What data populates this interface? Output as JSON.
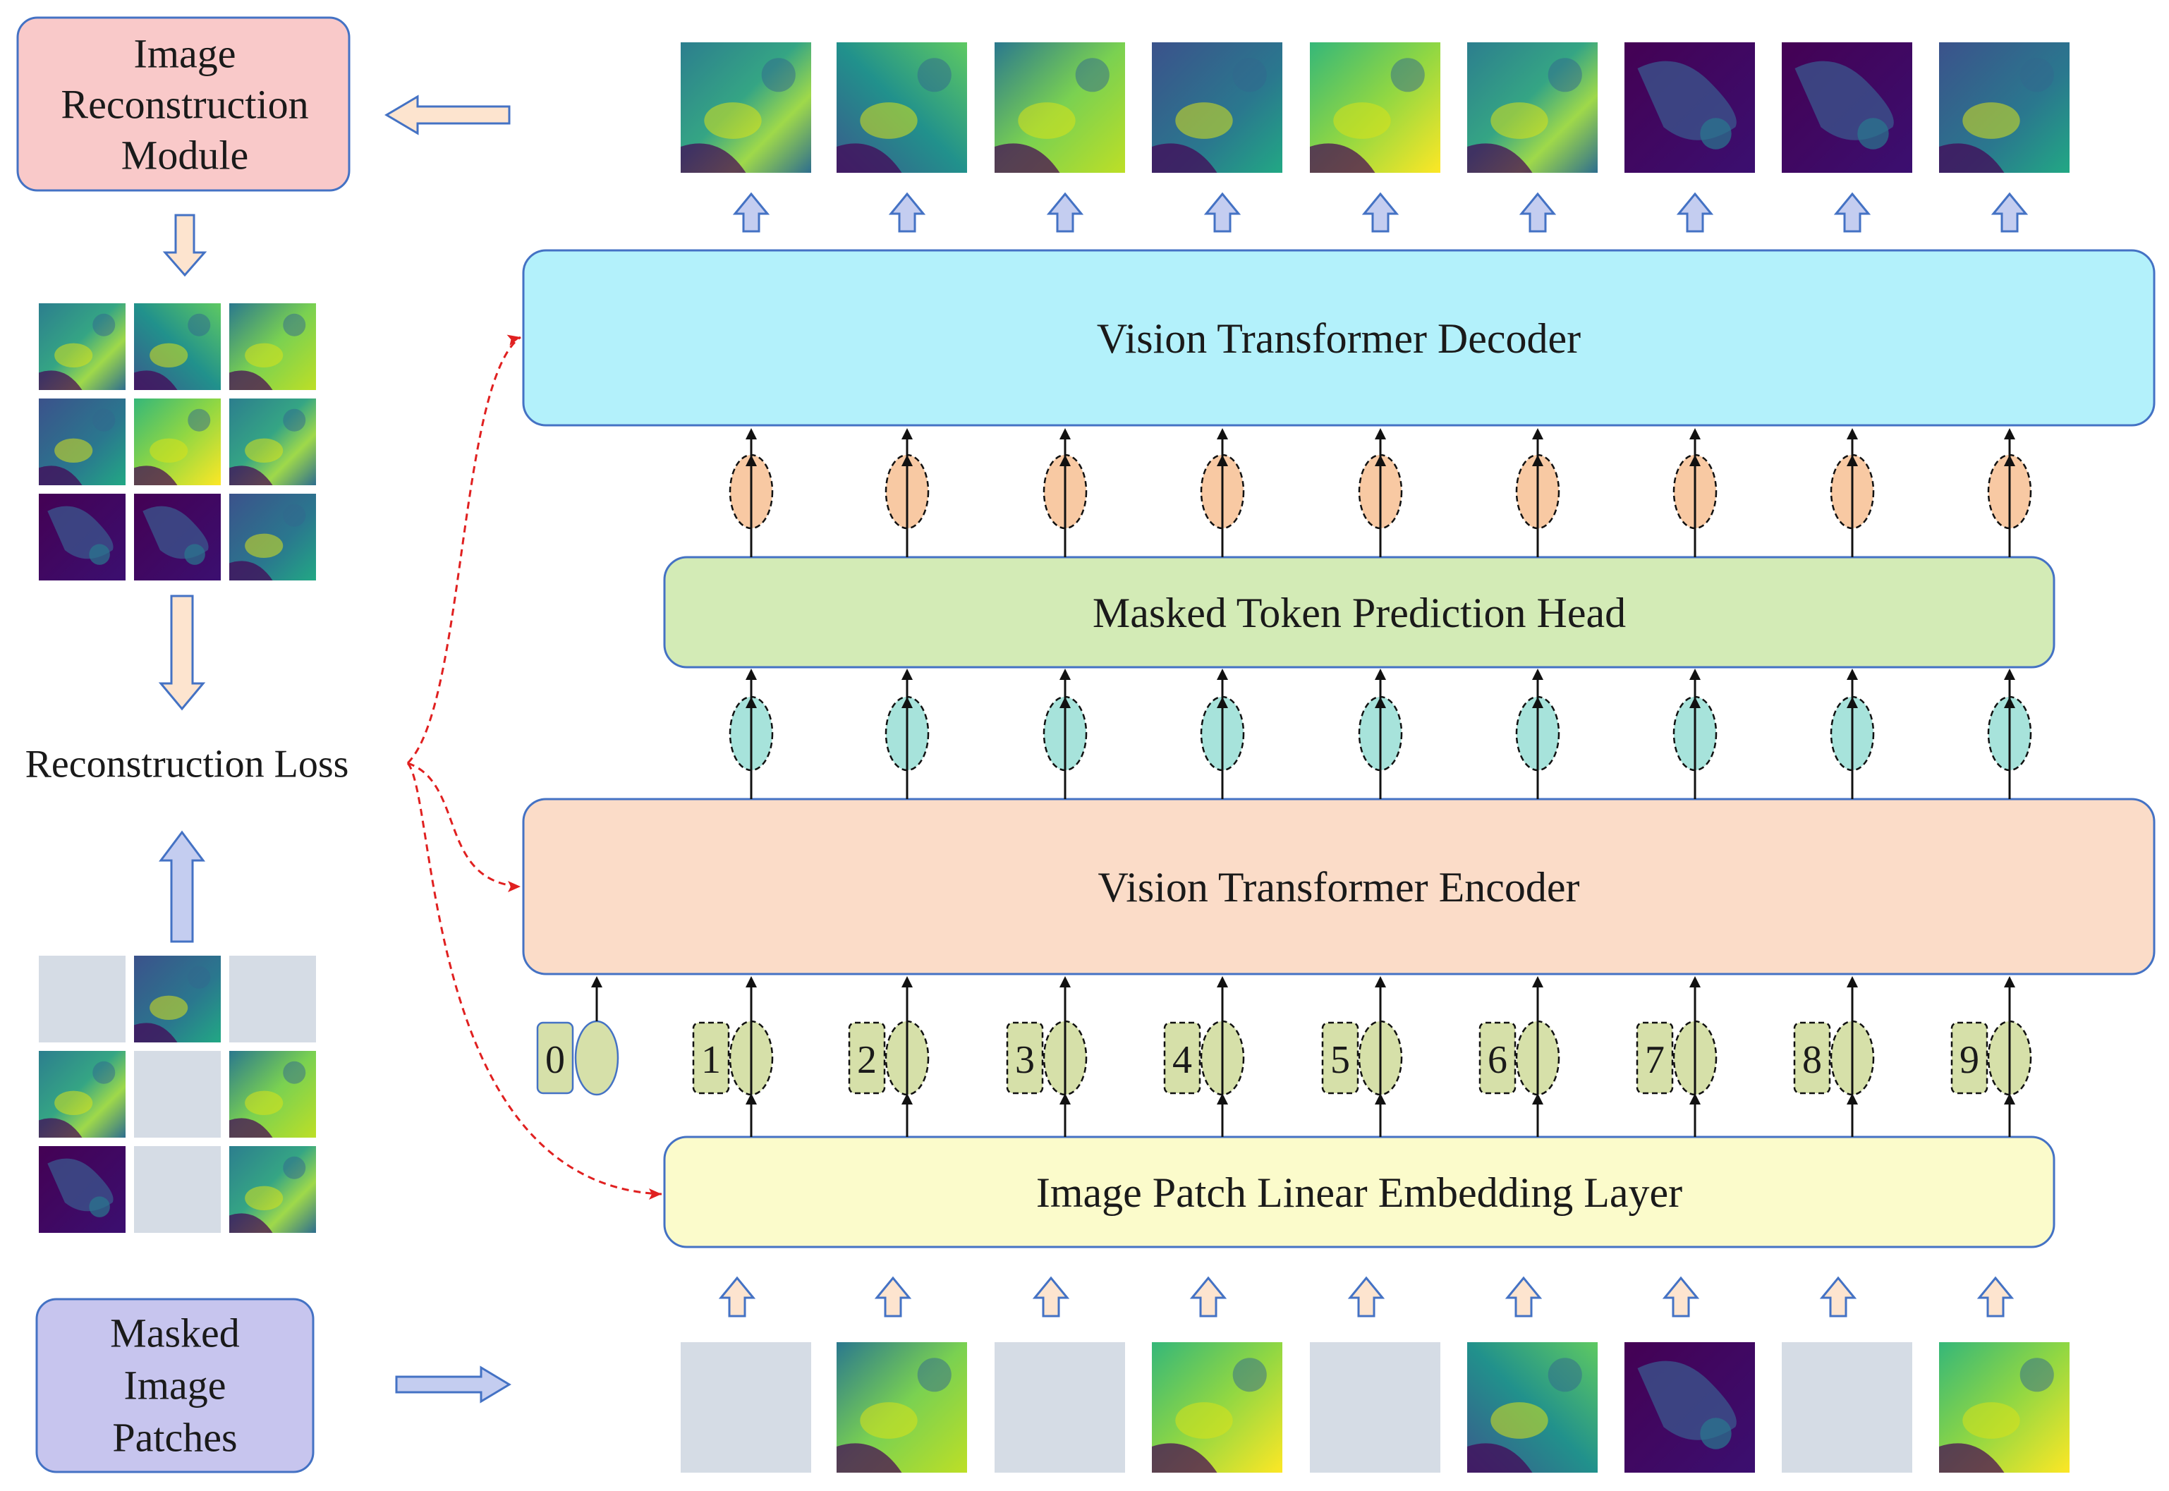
{
  "modules": {
    "reconstruction_module": "Image\nReconstruction\nModule",
    "masked_patches": "Masked\nImage\nPatches",
    "reconstruction_loss": "Reconstruction Loss"
  },
  "layers": {
    "decoder": "Vision Transformer Decoder",
    "prediction_head": "Masked Token Prediction Head",
    "encoder": "Vision Transformer Encoder",
    "embedding": "Image Patch Linear Embedding Layer"
  },
  "position_indices": [
    "0",
    "1",
    "2",
    "3",
    "4",
    "5",
    "6",
    "7",
    "8",
    "9"
  ],
  "input_patch_masked": [
    true,
    false,
    true,
    false,
    true,
    false,
    false,
    true,
    false
  ],
  "colors": {
    "recon_module_fill": "#f9c9c9",
    "masked_module_fill": "#c7c5ee",
    "decoder_fill": "#b3f1fb",
    "head_fill": "#d3ebb6",
    "encoder_fill": "#fbdcc8",
    "embedding_fill": "#fbfbcb",
    "box_border": "#4472c4",
    "decoder_token": "#f8c9a3",
    "encoder_token": "#a7e3db",
    "embed_token": "#d6e0a9",
    "mask_gray": "#d5dce5",
    "loss_arrow": "#e02020"
  },
  "icons": [
    "arrow-left-icon",
    "arrow-right-icon",
    "arrow-up-icon",
    "arrow-down-icon"
  ]
}
